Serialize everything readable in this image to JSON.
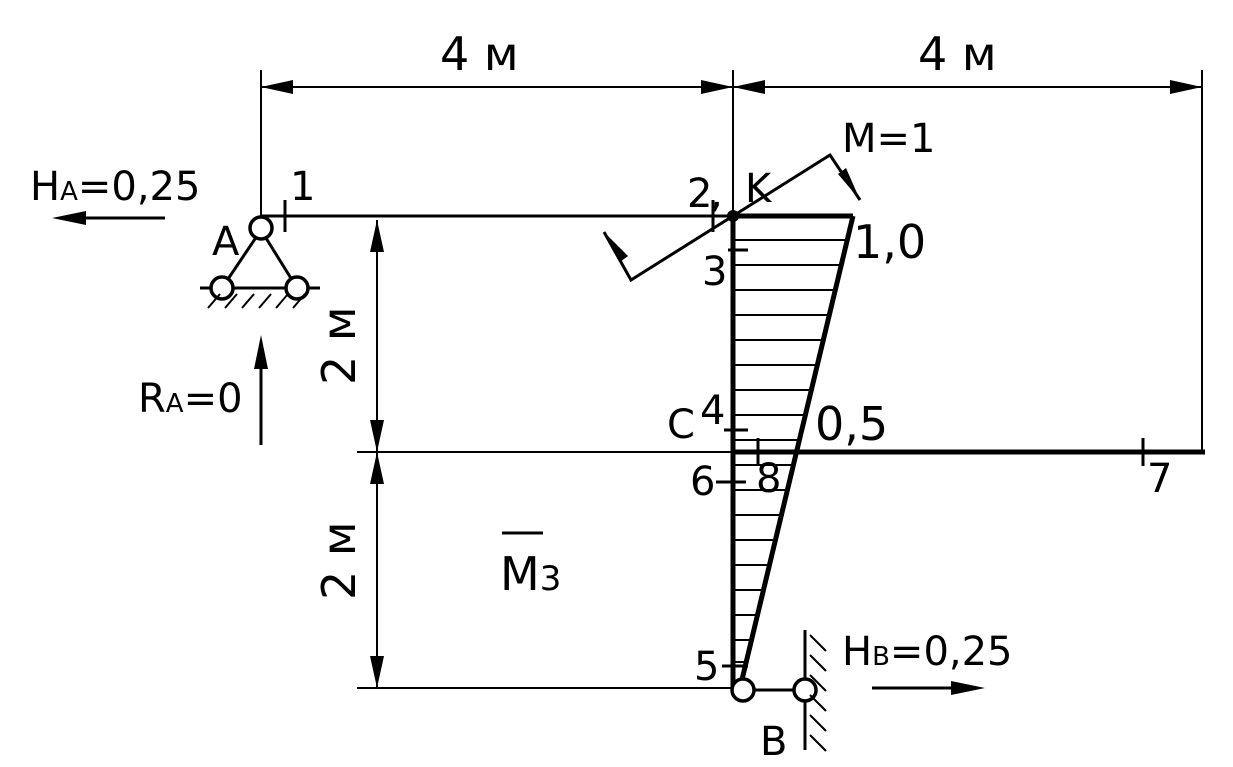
{
  "dimensions": {
    "top_left": "4 м",
    "top_right": "4 м",
    "left_upper": "2 м",
    "left_lower": "2 м"
  },
  "supports": {
    "A": {
      "name": "A",
      "h_label": "H",
      "h_sub": "A",
      "h_value": "=0,25",
      "r_label": "R",
      "r_sub": "A",
      "r_value": "=0"
    },
    "B": {
      "name": "B",
      "h_label": "H",
      "h_sub": "B",
      "h_value": "=0,25"
    }
  },
  "moment": {
    "label": "M=1"
  },
  "points": {
    "p1": "1",
    "p2": "2",
    "K": "K",
    "p3": "3",
    "C": "C",
    "p4": "4",
    "p5": "5",
    "p6": "6",
    "p7": "7",
    "p8": "8"
  },
  "diagram": {
    "title_main": "M",
    "title_sub": "3",
    "value_top": "1,0",
    "value_mid": "0,5"
  }
}
